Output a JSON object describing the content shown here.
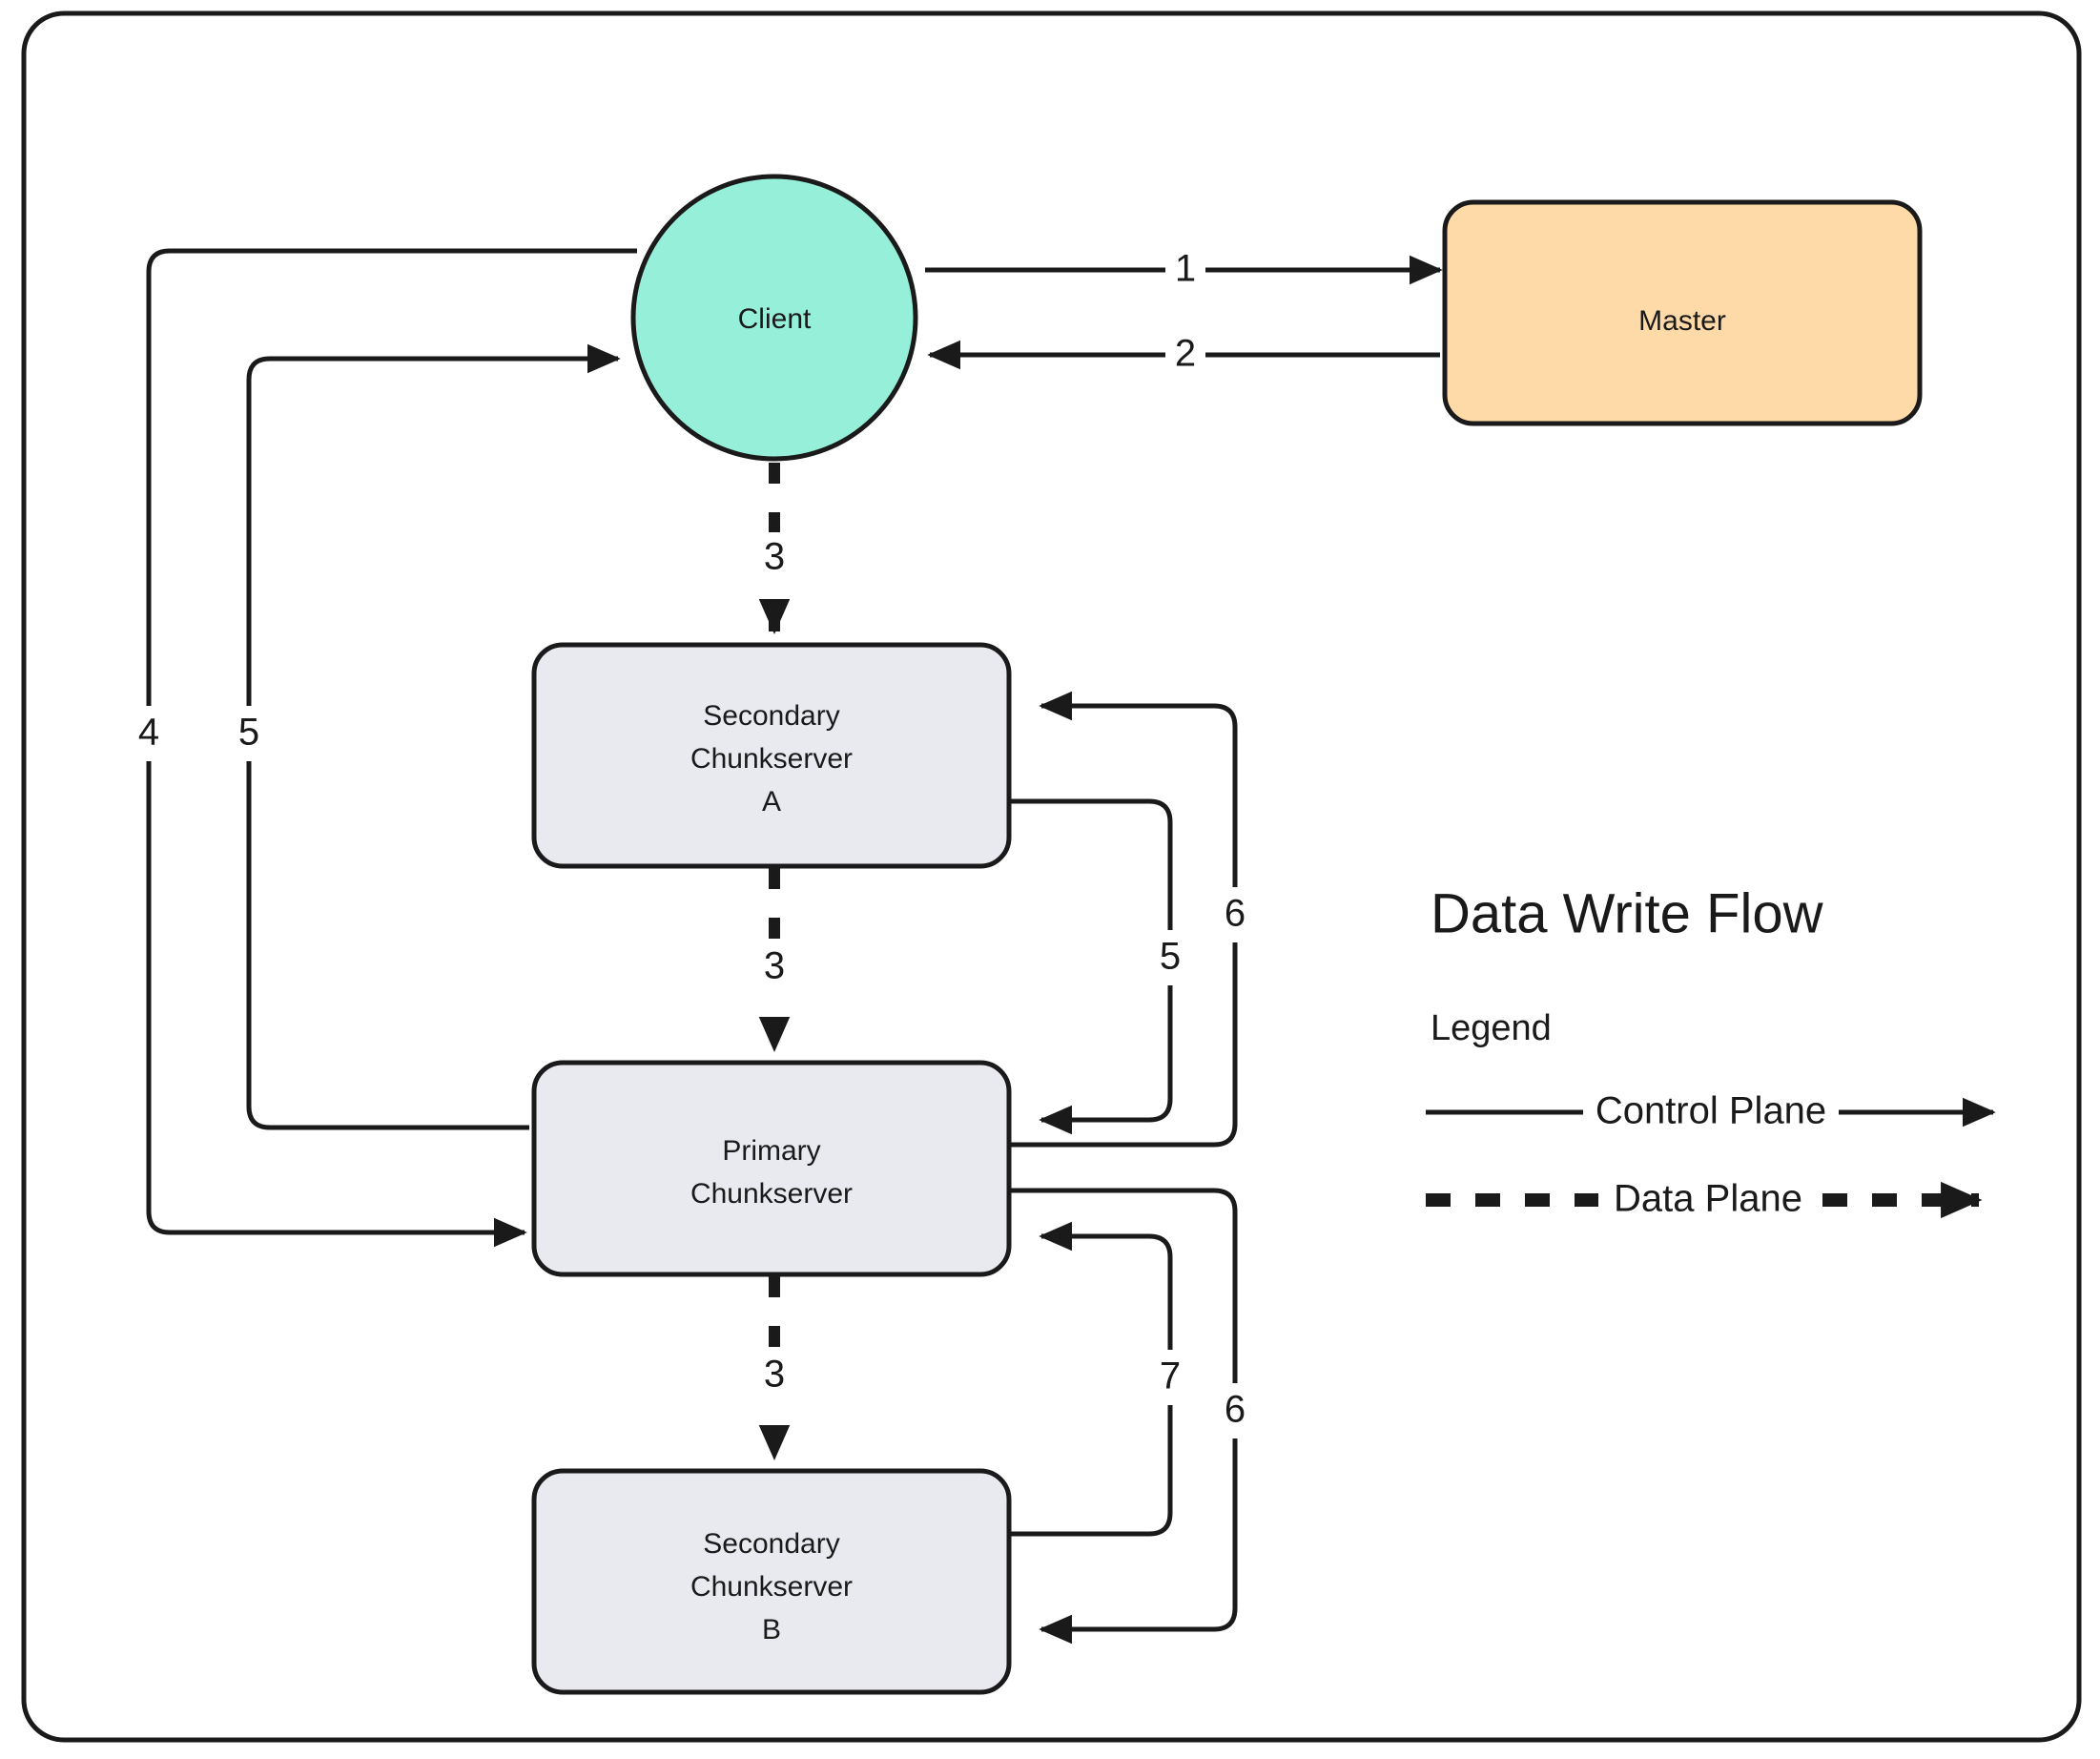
{
  "diagram": {
    "title": "Data Write Flow",
    "legend_heading": "Legend",
    "legend_items": [
      {
        "label": "Control Plane",
        "style": "solid"
      },
      {
        "label": "Data Plane",
        "style": "dashed"
      }
    ],
    "nodes": [
      {
        "id": "client",
        "label": "Client",
        "shape": "circle",
        "fill": "#96EFD8"
      },
      {
        "id": "master",
        "label": "Master",
        "shape": "rounded-rect",
        "fill": "#FDDAA8"
      },
      {
        "id": "secondary-a",
        "label_line1": "Secondary",
        "label_line2": "Chunkserver",
        "label_line3": "A",
        "shape": "rounded-rect",
        "fill": "#E9EAF0"
      },
      {
        "id": "primary",
        "label_line1": "Primary",
        "label_line2": "Chunkserver",
        "shape": "rounded-rect",
        "fill": "#E9EAF0"
      },
      {
        "id": "secondary-b",
        "label_line1": "Secondary",
        "label_line2": "Chunkserver",
        "label_line3": "B",
        "shape": "rounded-rect",
        "fill": "#E9EAF0"
      }
    ],
    "edges": [
      {
        "id": "e1",
        "label": "1",
        "from": "client",
        "to": "master",
        "style": "solid"
      },
      {
        "id": "e2",
        "label": "2",
        "from": "master",
        "to": "client",
        "style": "solid"
      },
      {
        "id": "e3a",
        "label": "3",
        "from": "client",
        "to": "secondary-a",
        "style": "dashed"
      },
      {
        "id": "e3b",
        "label": "3",
        "from": "secondary-a",
        "to": "primary",
        "style": "dashed"
      },
      {
        "id": "e3c",
        "label": "3",
        "from": "primary",
        "to": "secondary-b",
        "style": "dashed"
      },
      {
        "id": "e4",
        "label": "4",
        "from": "client",
        "to": "primary",
        "style": "solid"
      },
      {
        "id": "e5a",
        "label": "5",
        "from": "primary",
        "to": "secondary-a",
        "style": "solid"
      },
      {
        "id": "e6a",
        "label": "6",
        "from": "secondary-a",
        "to": "primary",
        "style": "solid"
      },
      {
        "id": "e5b",
        "label": "5",
        "from": "primary",
        "to": "secondary-b",
        "style": "solid"
      },
      {
        "id": "e6b",
        "label": "6",
        "from": "secondary-b",
        "to": "primary",
        "style": "solid"
      },
      {
        "id": "e7",
        "label": "7",
        "from": "primary",
        "to": "client",
        "style": "solid"
      }
    ],
    "colors": {
      "stroke": "#1a1a1a",
      "client_fill": "#96EFD8",
      "master_fill": "#FDDAA8",
      "chunkserver_fill": "#E9EAF0",
      "background": "#ffffff"
    }
  }
}
